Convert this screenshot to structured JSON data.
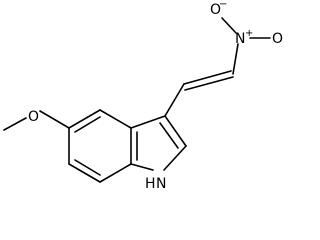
{
  "molecule": {
    "atoms": {
      "O_top": "O",
      "O_top_charge": "−",
      "N_nitro": "N",
      "N_nitro_charge": "+",
      "O_nitro_lower": "O",
      "O_methoxy": "O",
      "N_indole": "N",
      "H_indole": "H"
    }
  },
  "colors": {
    "background": "#ffffff",
    "bonds": "#000000",
    "text": "#000000"
  }
}
